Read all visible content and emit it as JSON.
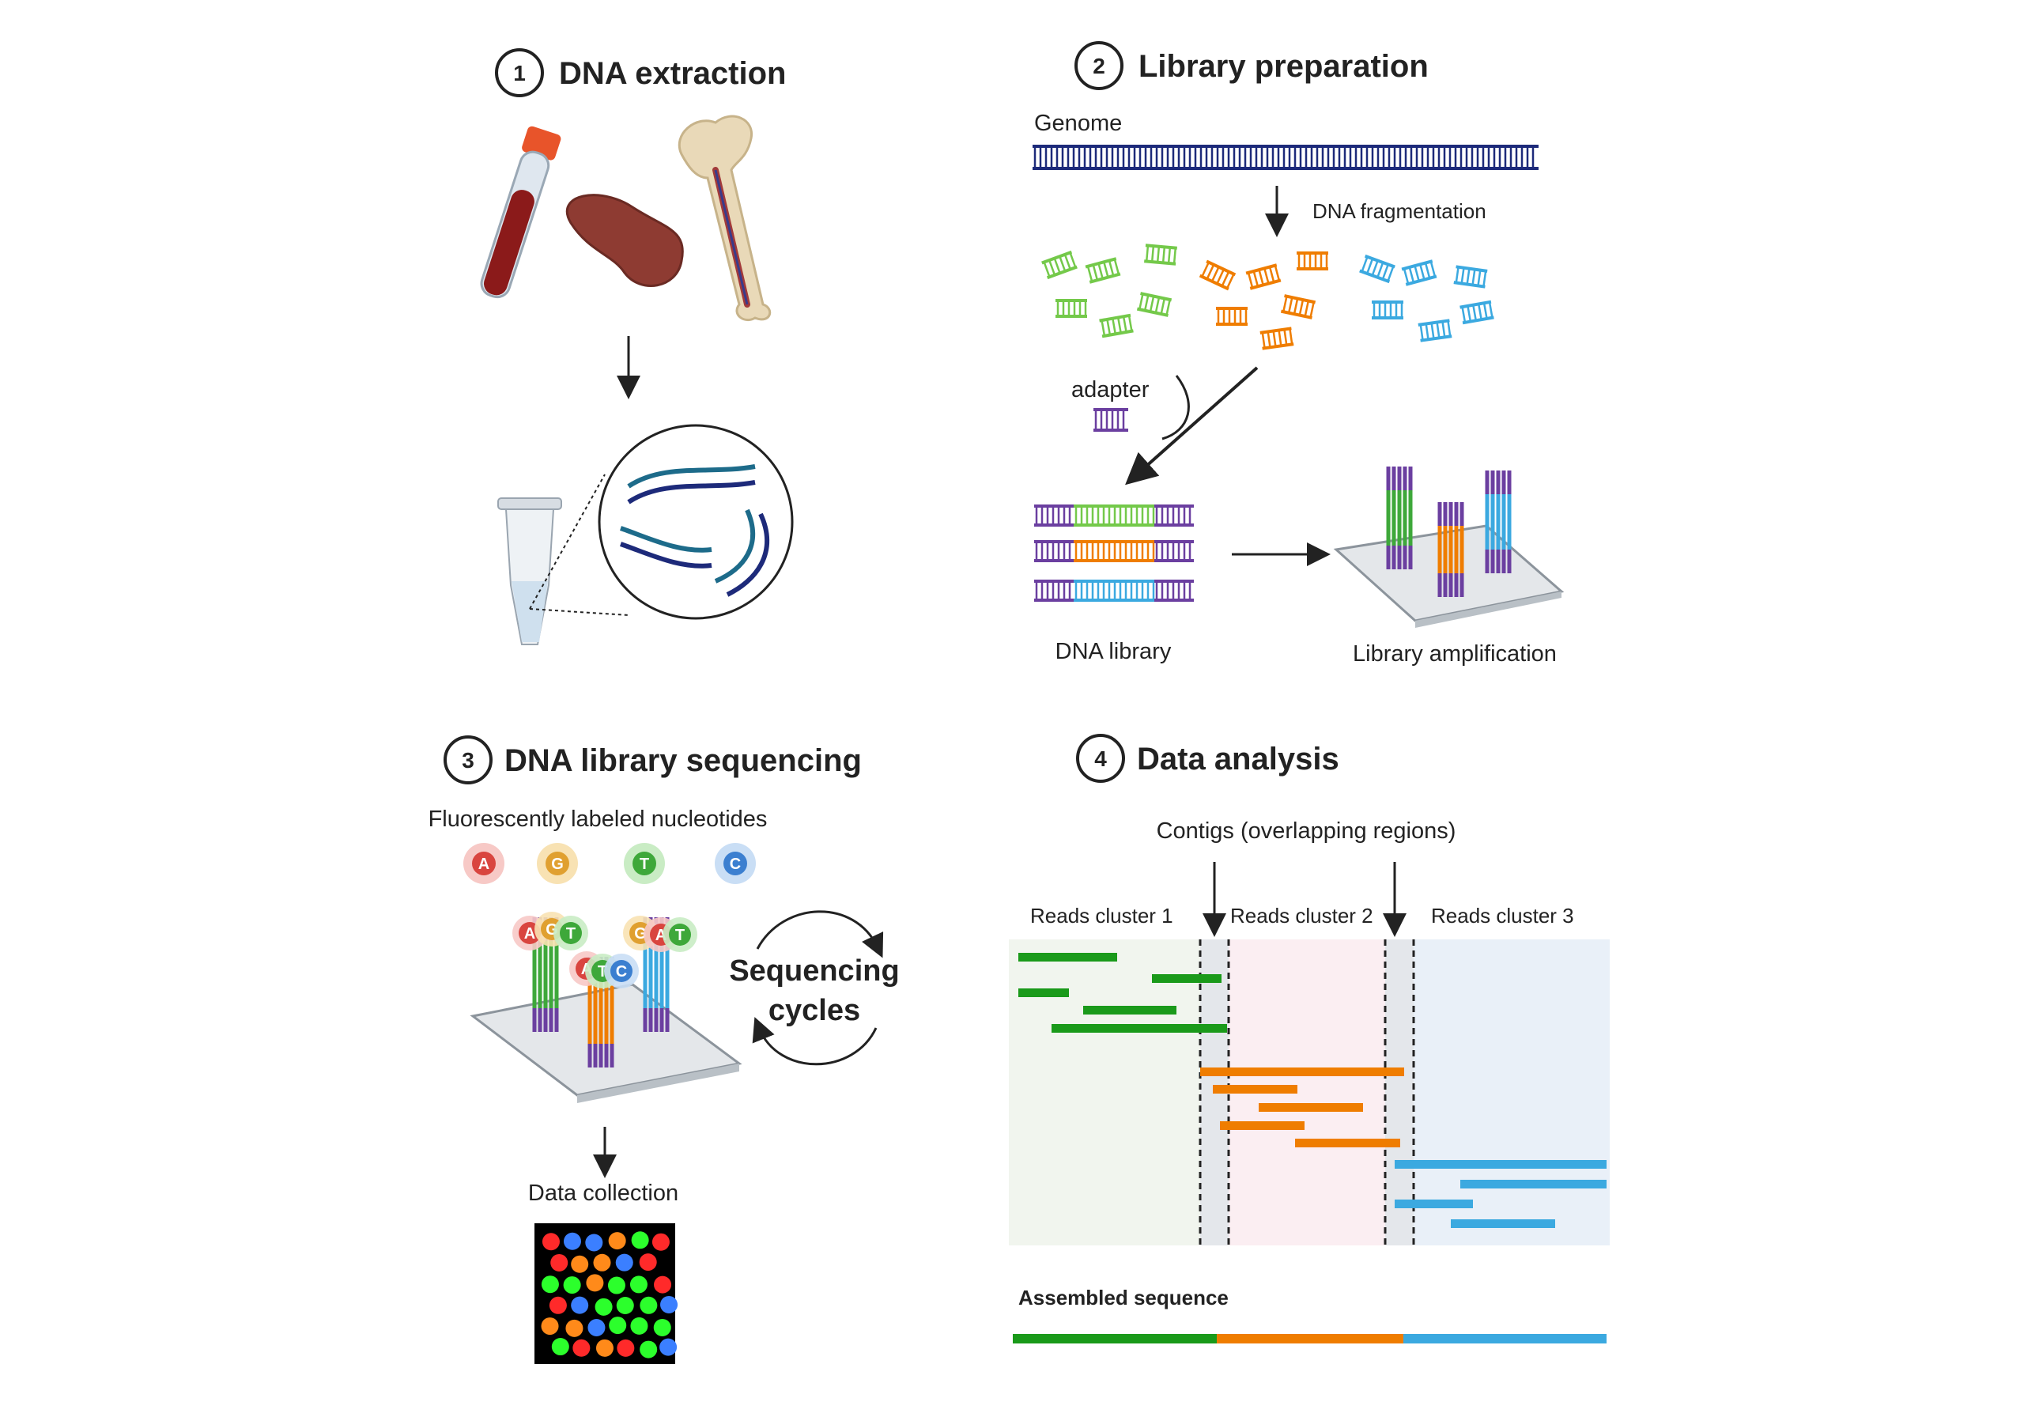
{
  "colors": {
    "green": "#1a9a1a",
    "orange": "#ef7d00",
    "blue": "#3ba9e0",
    "navy": "#1d2a7a",
    "purple": "#6b3fa0",
    "light_green": "#74c94a",
    "dark": "#222222"
  },
  "section1": {
    "number": "1",
    "title": "DNA extraction",
    "icons": [
      "blood-tube-icon",
      "spleen-icon",
      "bone-icon",
      "microtube-icon",
      "dna-zoom-icon"
    ]
  },
  "section2": {
    "number": "2",
    "title": "Library preparation",
    "genome_label": "Genome",
    "fragmentation_label": "DNA fragmentation",
    "adapter_label": "adapter",
    "library_label": "DNA library",
    "amplification_label": "Library amplification"
  },
  "section3": {
    "number": "3",
    "title": "DNA library sequencing",
    "nucleotides_label": "Fluorescently labeled nucleotides",
    "nucleotides": [
      {
        "letter": "A",
        "color": "#d9453f",
        "halo": "#f7c9c6"
      },
      {
        "letter": "G",
        "color": "#e0a030",
        "halo": "#f8e2b3"
      },
      {
        "letter": "T",
        "color": "#3ea83a",
        "halo": "#c9ecc4"
      },
      {
        "letter": "C",
        "color": "#3b7fd0",
        "halo": "#c9def5"
      }
    ],
    "cycles_line1": "Sequencing",
    "cycles_line2": "cycles",
    "data_collection_label": "Data collection"
  },
  "section4": {
    "number": "4",
    "title": "Data analysis",
    "contigs_label": "Contigs (overlapping regions)",
    "cluster_labels": [
      "Reads cluster 1",
      "Reads cluster 2",
      "Reads cluster 3"
    ],
    "assembled_label": "Assembled sequence"
  }
}
